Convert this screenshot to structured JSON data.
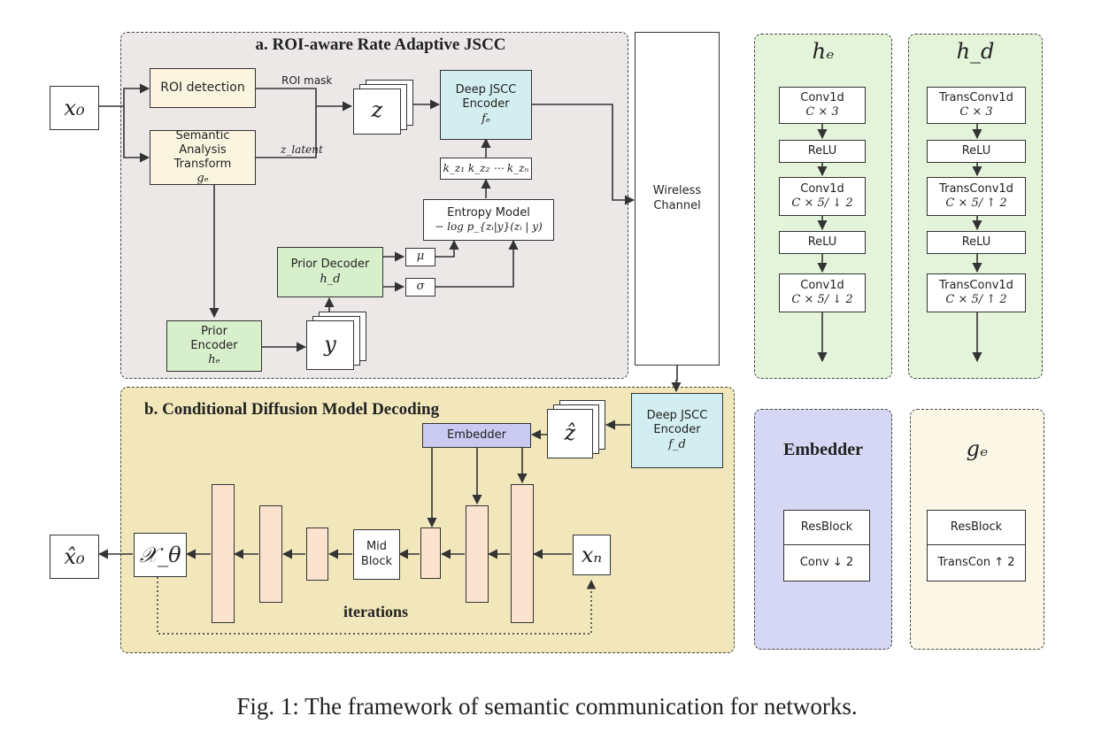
{
  "region_a": {
    "title": "a. ROI-aware Rate Adaptive JSCC"
  },
  "region_b": {
    "title": "b. Conditional Diffusion Model Decoding"
  },
  "nodes": {
    "x0": "x₀",
    "roi_detection": "ROI detection",
    "roi_mask": "ROI mask",
    "sat_line1": "Semantic Analysis",
    "sat_line2": "Transform",
    "sat_sym": "gₑ",
    "z_latent": "z_latent",
    "z": "z",
    "enc_line1": "Deep JSCC",
    "enc_line2": "Encoder",
    "enc_sym": "fₑ",
    "k_seq": "k_z₁ k_z₂ ⋯ k_zₙ",
    "entropy_line1": "Entropy Model",
    "entropy_line2": "− log p_{zᵢ|y}(zᵢ | y)",
    "mu": "μ",
    "sigma": "σ",
    "prior_dec_line1": "Prior Decoder",
    "prior_dec_sym": "h_d",
    "prior_enc_line1": "Prior",
    "prior_enc_line2": "Encoder",
    "prior_enc_sym": "hₑ",
    "y": "y",
    "wireless_line1": "Wireless",
    "wireless_line2": "Channel",
    "dec_line1": "Deep JSCC",
    "dec_line2": "Encoder",
    "dec_sym": "f_d",
    "z_hat": "ẑ",
    "embedder": "Embedder",
    "mid_line1": "Mid",
    "mid_line2": "Block",
    "x_theta": "𝒳_θ",
    "x_n": "xₙ",
    "x0_hat": "x̂₀",
    "iterations": "iterations"
  },
  "panels": {
    "he": {
      "title": "hₑ",
      "blocks": [
        {
          "line1": "Conv1d",
          "line2": "C × 3"
        },
        {
          "line1": "ReLU",
          "line2": ""
        },
        {
          "line1": "Conv1d",
          "line2": "C × 5/ ↓ 2"
        },
        {
          "line1": "ReLU",
          "line2": ""
        },
        {
          "line1": "Conv1d",
          "line2": "C × 5/ ↓ 2"
        }
      ]
    },
    "hd": {
      "title": "h_d",
      "blocks": [
        {
          "line1": "TransConv1d",
          "line2": "C × 3"
        },
        {
          "line1": "ReLU",
          "line2": ""
        },
        {
          "line1": "TransConv1d",
          "line2": "C × 5/ ↑ 2"
        },
        {
          "line1": "ReLU",
          "line2": ""
        },
        {
          "line1": "TransConv1d",
          "line2": "C × 5/ ↑ 2"
        }
      ]
    },
    "embedder": {
      "title": "Embedder",
      "block1": "ResBlock",
      "block2": "Conv ↓ 2"
    },
    "ge": {
      "title": "gₑ",
      "block1": "ResBlock",
      "block2": "TransCon ↑ 2"
    }
  },
  "colors": {
    "region_a_bg": "#ece8e8",
    "region_b_bg": "#f1e7bb",
    "green_panel": "#e4f4da",
    "purple_panel": "#d6d6f5",
    "cream_panel": "#fbf7e7"
  },
  "caption": "Fig. 1: The framework of semantic communication for networks."
}
